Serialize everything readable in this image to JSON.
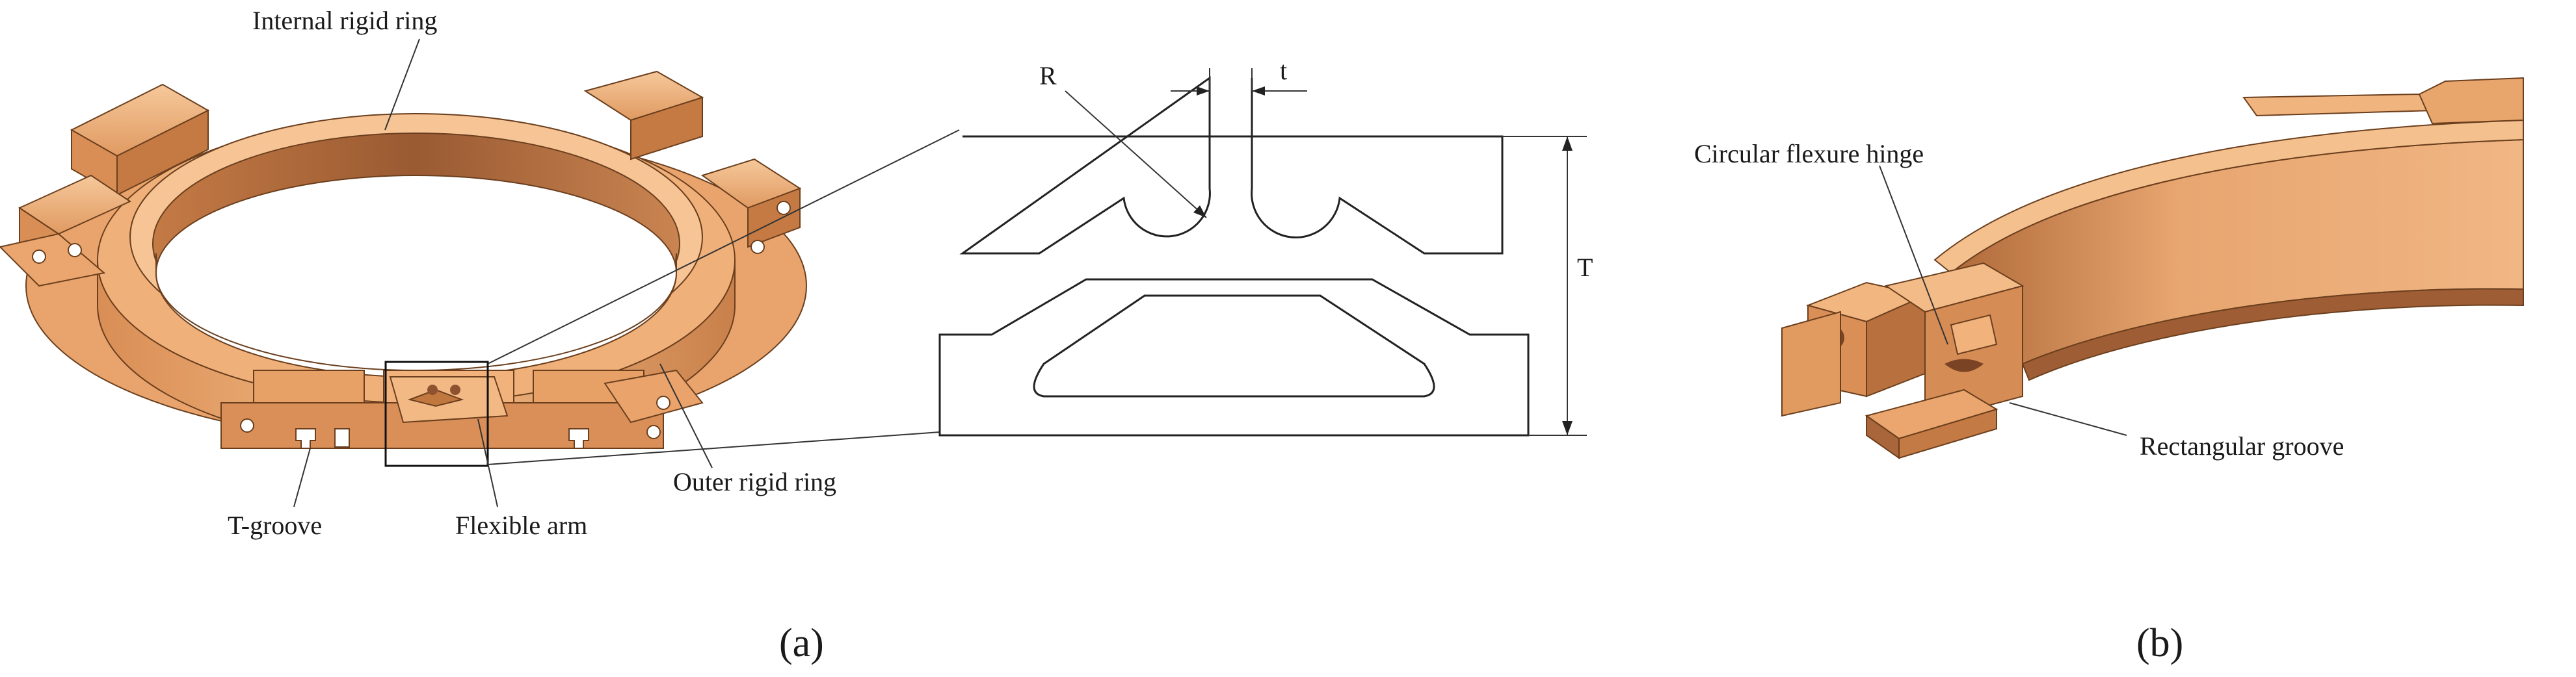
{
  "labels": {
    "internal_rigid_ring": "Internal rigid ring",
    "outer_rigid_ring": "Outer rigid ring",
    "flexible_arm": "Flexible arm",
    "t_groove": "T-groove",
    "circular_flexure_hinge": "Circular flexure hinge",
    "rectangular_groove": "Rectangular groove"
  },
  "dimensions": {
    "radius": "R",
    "thickness_t": "t",
    "height_T": "T"
  },
  "subfigures": {
    "a": "(a)",
    "b": "(b)"
  },
  "colors": {
    "part_light": "#f2b57e",
    "part_mid": "#e39a60",
    "part_dark": "#b8703f",
    "part_shadow": "#8f5230",
    "line": "#222222"
  }
}
